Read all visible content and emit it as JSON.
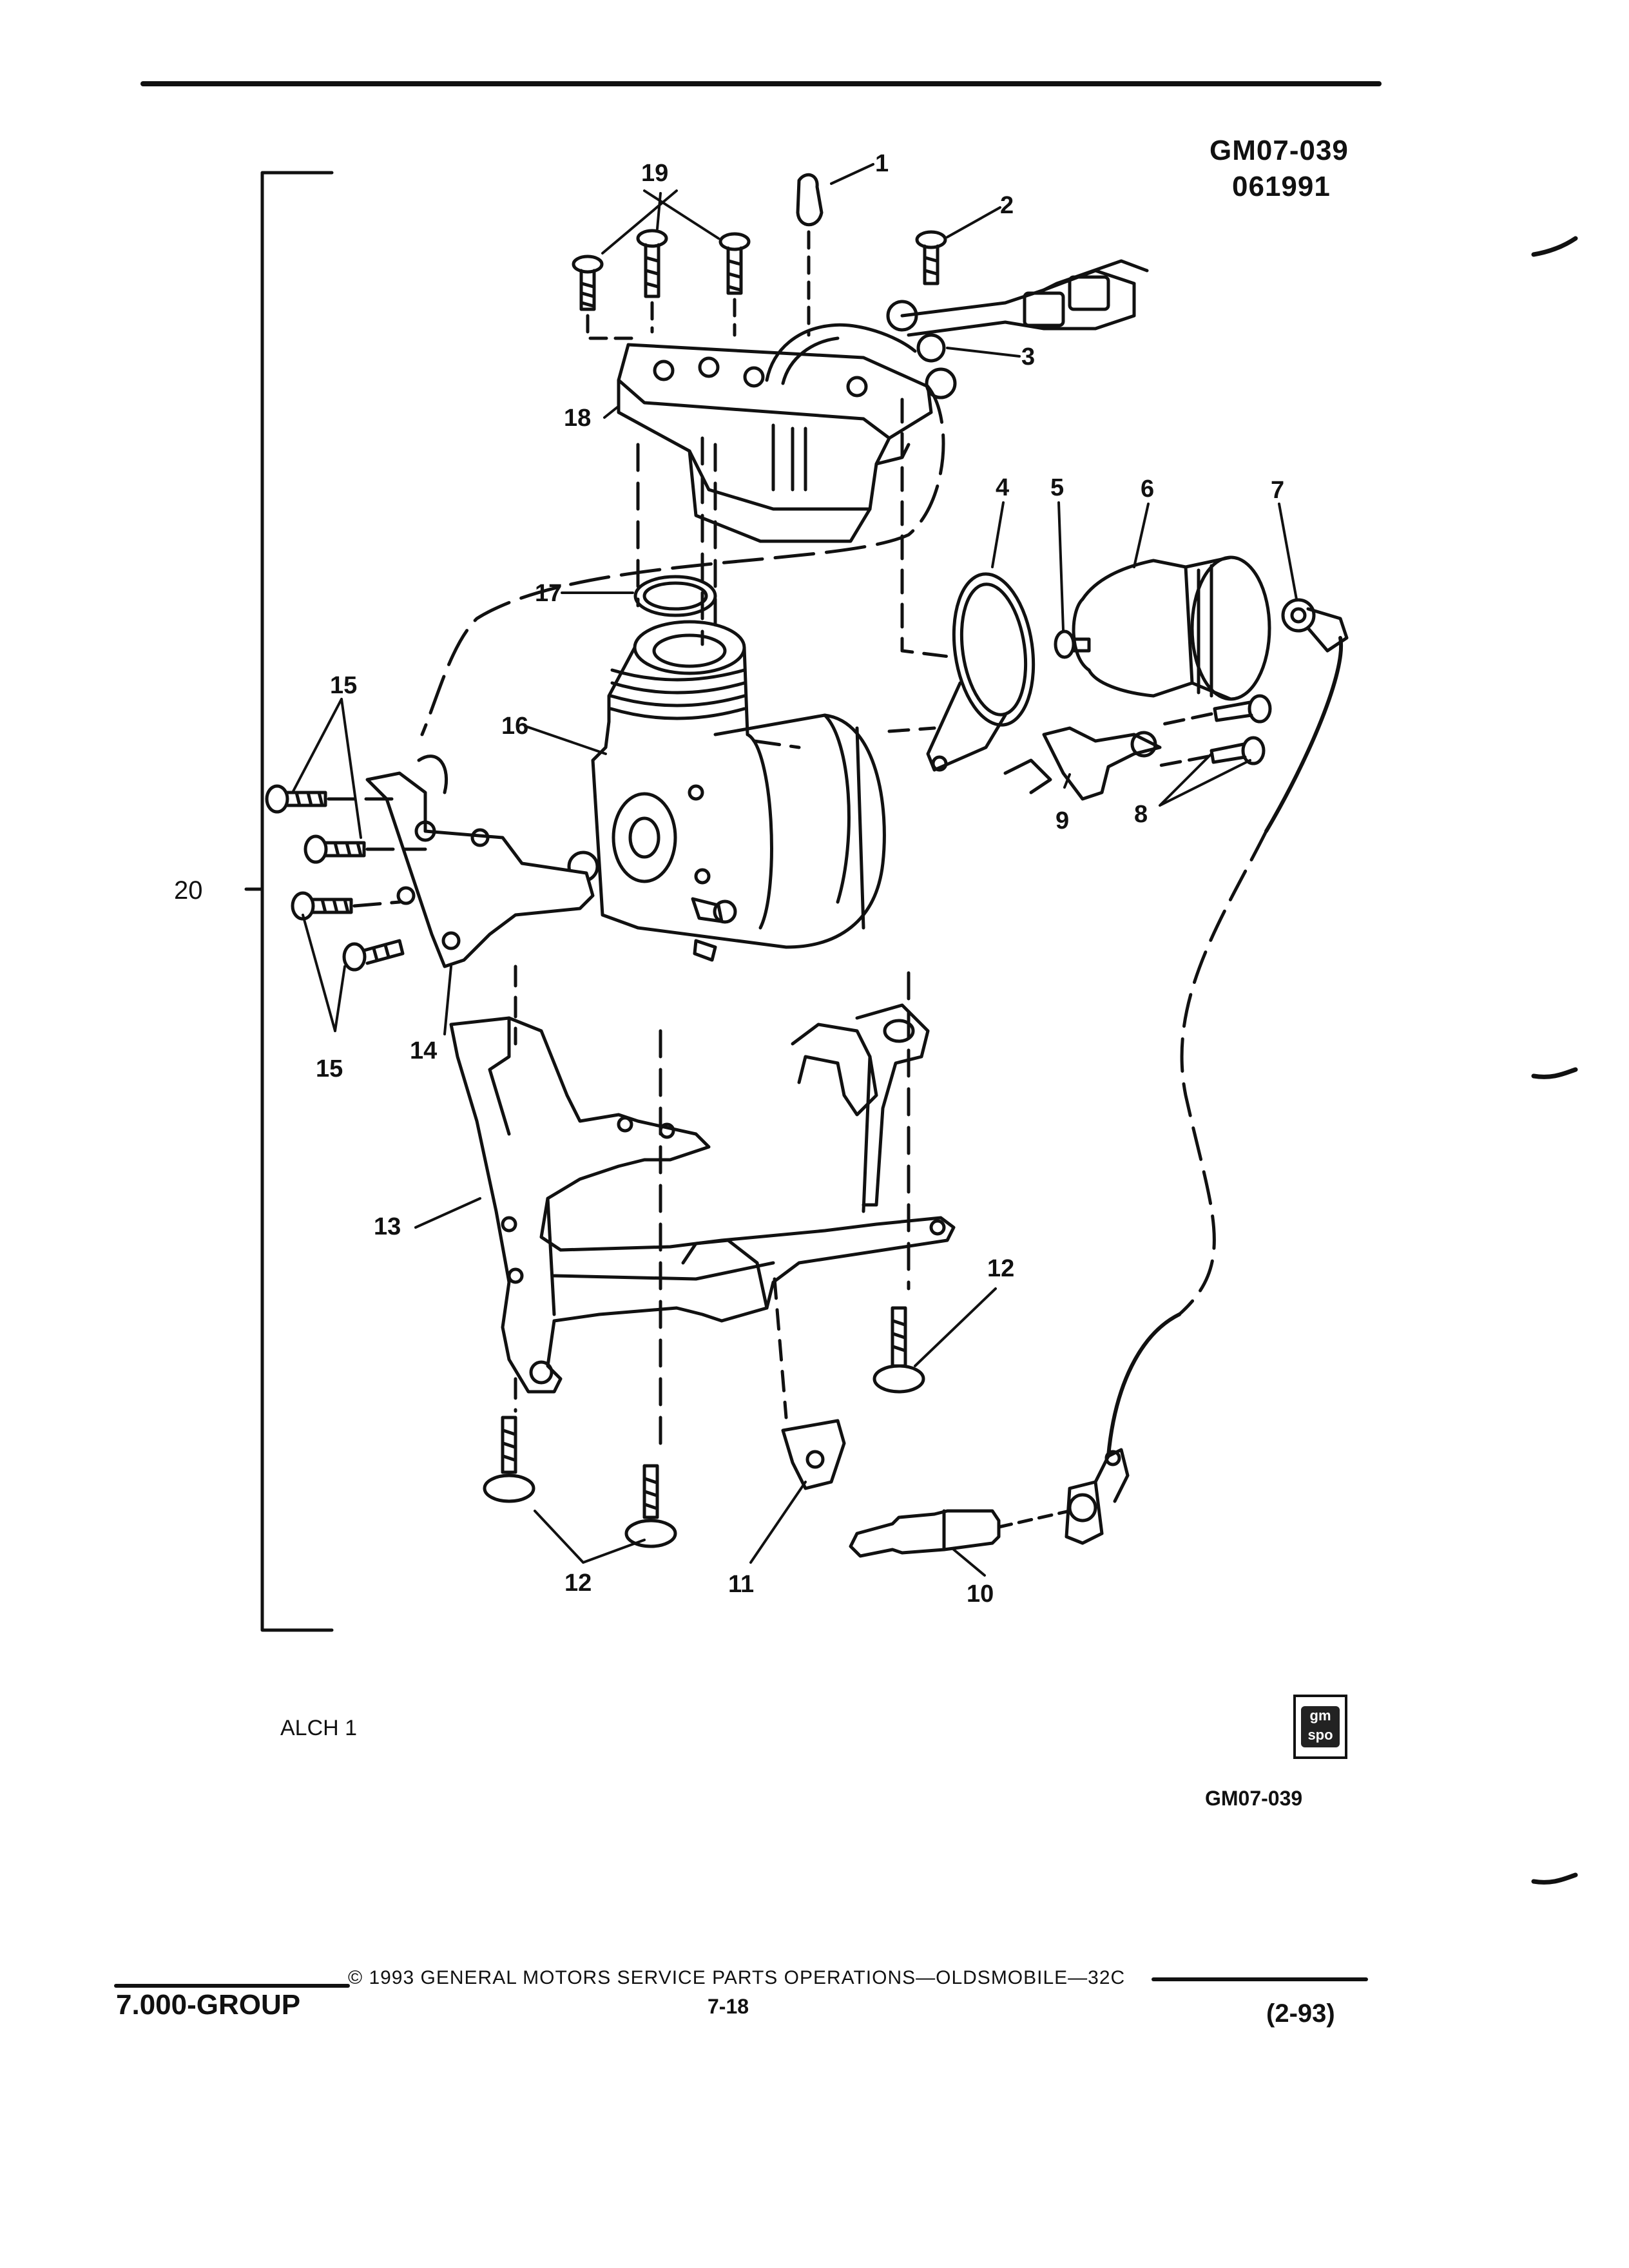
{
  "figure": {
    "code": "GM07-039",
    "date_code": "061991",
    "series_label": "ALCH 1",
    "code_repeat": "GM07-039",
    "logo_text": "gm\nspo"
  },
  "callouts": {
    "c1": "1",
    "c2": "2",
    "c3": "3",
    "c4": "4",
    "c5": "5",
    "c6": "6",
    "c7": "7",
    "c8": "8",
    "c9": "9",
    "c10": "10",
    "c11": "11",
    "c12a": "12",
    "c12b": "12",
    "c13": "13",
    "c14": "14",
    "c15a": "15",
    "c15b": "15",
    "c16": "16",
    "c17": "17",
    "c18": "18",
    "c19": "19",
    "c20": "20"
  },
  "footer": {
    "group": "7.000-GROUP",
    "copyright": "© 1993 GENERAL MOTORS SERVICE PARTS OPERATIONS—OLDSMOBILE—32C",
    "page": "7-18",
    "revision": "(2-93)"
  },
  "colors": {
    "ink": "#111111",
    "paper": "#ffffff"
  }
}
